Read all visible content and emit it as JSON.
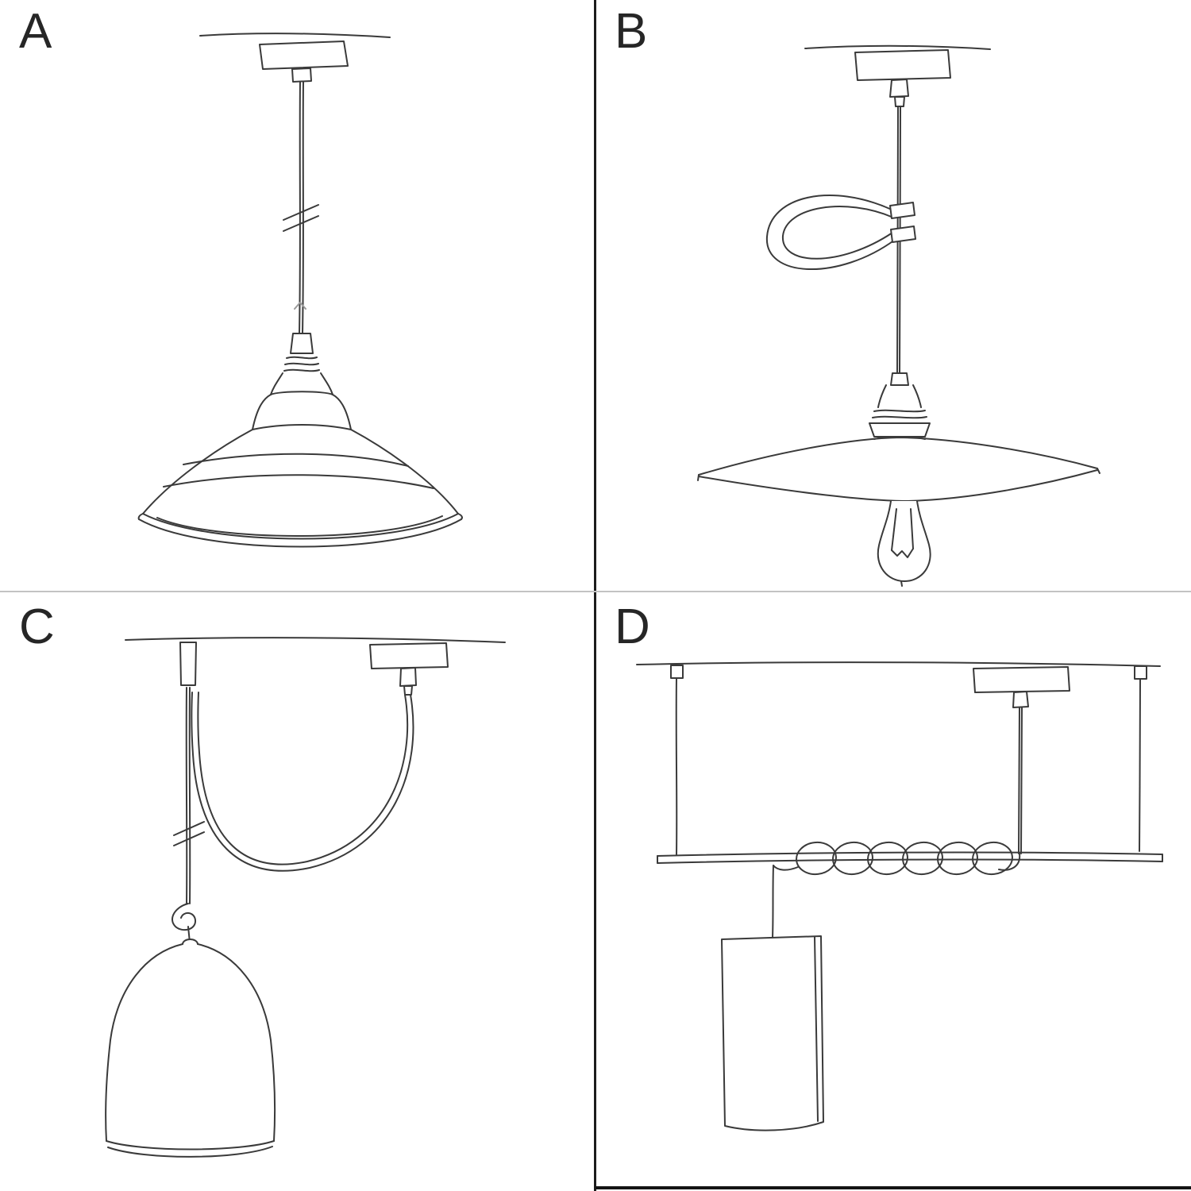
{
  "colors": {
    "ink": "#3a3a3a",
    "ink_dark": "#262626",
    "divider_dark": "#1c1c1c",
    "divider_light": "#c3c3c3",
    "bg": "#ffffff"
  },
  "panels": [
    {
      "label": "A",
      "sketch": "pendant-with-industrial-shade"
    },
    {
      "label": "B",
      "sketch": "pendant-with-flat-plate-and-bulb"
    },
    {
      "label": "C",
      "sketch": "swag-pendant-with-bell-shade"
    },
    {
      "label": "D",
      "sketch": "bar-suspension-with-coiled-cable-and-tube-shade"
    }
  ]
}
